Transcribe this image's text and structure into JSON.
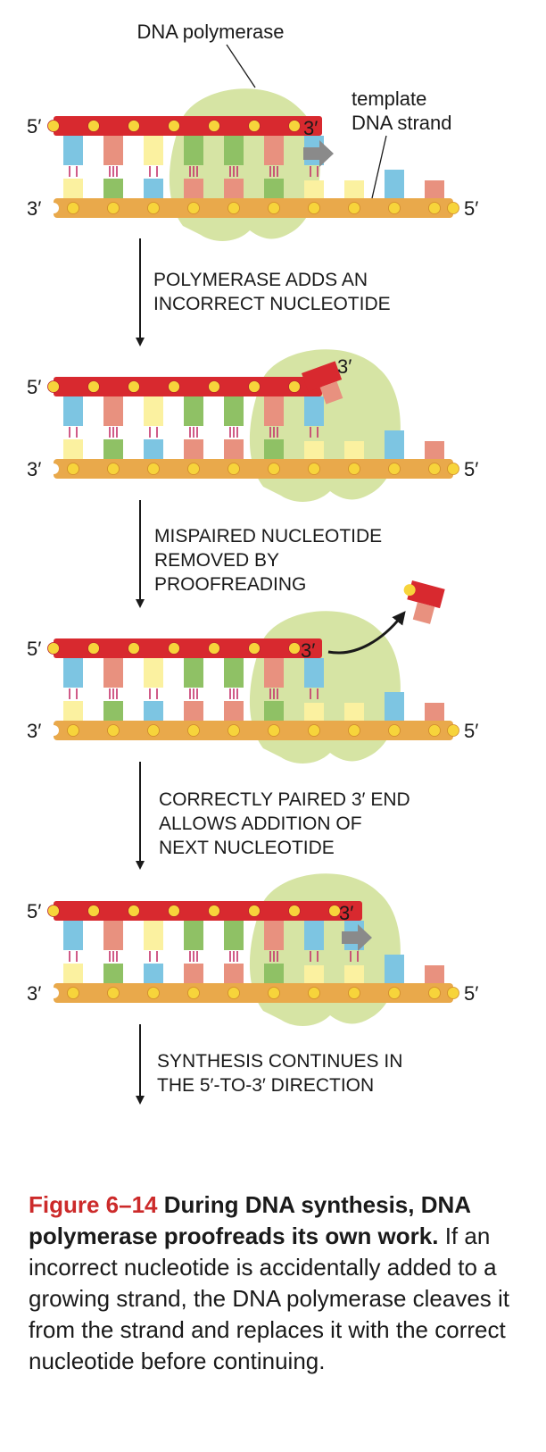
{
  "diagram": {
    "labels": {
      "dna_polymerase": "DNA polymerase",
      "template_line1": "template",
      "template_line2": "DNA strand",
      "five_prime": "5′",
      "three_prime": "3′"
    },
    "steps": [
      {
        "line1": "POLYMERASE ADDS AN",
        "line2": "INCORRECT NUCLEOTIDE",
        "line3": ""
      },
      {
        "line1": "MISPAIRED NUCLEOTIDE",
        "line2": "REMOVED BY",
        "line3": "PROOFREADING"
      },
      {
        "line1": "CORRECTLY PAIRED 3′ END",
        "line2": "ALLOWS ADDITION OF",
        "line3": "NEXT NUCLEOTIDE"
      },
      {
        "line1": "SYNTHESIS CONTINUES IN",
        "line2": "THE 5′-TO-3′ DIRECTION",
        "line3": ""
      }
    ],
    "colors": {
      "new_strand": "#d8292f",
      "template_strand": "#e9a94b",
      "polymerase": "#d6e4a4",
      "phosphate": "#f7d43b",
      "base_blue": "#7dc5e2",
      "base_pink": "#e8917f",
      "base_yellow": "#fbf1a0",
      "base_green": "#8fc165",
      "arrow_gray": "#8a8a8a"
    }
  },
  "caption": {
    "figure_label": "Figure 6–14",
    "title": "During DNA synthesis, DNA polymerase proofreads its own work.",
    "body": "If an incorrect nucleotide is accidentally added to a growing strand, the DNA polymerase cleaves it from the strand and replaces it with the correct nucleotide before continuing."
  }
}
